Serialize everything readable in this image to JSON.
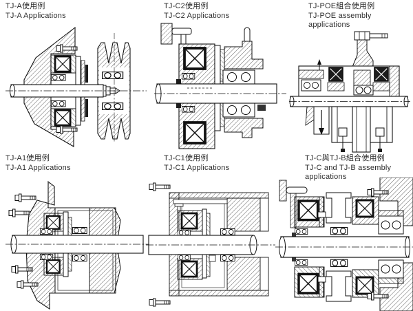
{
  "page": {
    "background": "#ffffff",
    "ink": "#1c1c1c",
    "text_color": "#2e2e2e"
  },
  "panels": [
    {
      "name": "tj-a",
      "title_zh": "TJ-A使用例",
      "title_en": "TJ-A Applications",
      "title_en2": ""
    },
    {
      "name": "tj-c2",
      "title_zh": "TJ-C2使用例",
      "title_en": "TJ-C2 Applications",
      "title_en2": ""
    },
    {
      "name": "tj-poe",
      "title_zh": "TJ-POE組合使用例",
      "title_en": "TJ-POE assembly",
      "title_en2": "applications"
    },
    {
      "name": "tj-a1",
      "title_zh": "TJ-A1使用例",
      "title_en": "TJ-A1 Applications",
      "title_en2": ""
    },
    {
      "name": "tj-c1",
      "title_zh": "TJ-C1使用例",
      "title_en": "TJ-C1 Applications",
      "title_en2": ""
    },
    {
      "name": "tj-cb",
      "title_zh": "TJ-C與TJ-B組合使用例",
      "title_en": "TJ-C and TJ-B assembly",
      "title_en2": "applications"
    }
  ]
}
